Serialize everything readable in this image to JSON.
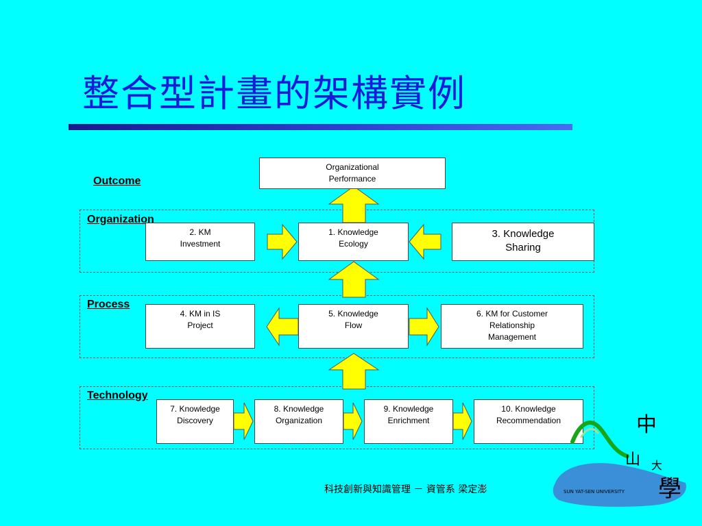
{
  "title": "整合型計畫的架構實例",
  "layers": {
    "outcome": "Outcome",
    "organization": "Organization",
    "process": "Process",
    "technology": "Technology"
  },
  "boxes": {
    "performance": "Organizational\nPerformance",
    "ecology": "1. Knowledge\nEcology",
    "investment": "2. KM\nInvestment",
    "sharing": "3. Knowledge\nSharing",
    "is_project": "4. KM in IS\nProject",
    "flow": "5. Knowledge\nFlow",
    "crm": "6. KM for Customer\nRelationship\nManagement",
    "discovery": "7. Knowledge\nDiscovery",
    "organization": "8. Knowledge\nOrganization",
    "enrichment": "9. Knowledge\nEnrichment",
    "recommendation": "10. Knowledge\nRecommendation"
  },
  "footer": "科技創新與知識管理 － 資管系 梁定澎",
  "logo": {
    "caption": "SUN YAT-SEN UNIVERSITY",
    "chars": [
      "中",
      "山",
      "大",
      "學"
    ]
  },
  "colors": {
    "background": "#00ffff",
    "title": "#1a1adb",
    "arrow_fill": "#ffff00",
    "logo_water": "#3a8fd8",
    "logo_hill": "#18a518"
  }
}
